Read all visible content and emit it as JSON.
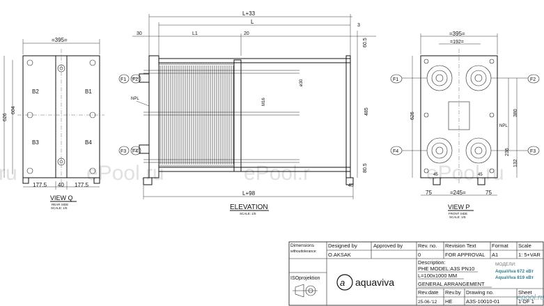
{
  "views": {
    "rear": {
      "width_dim": "=395=",
      "height_626": "626",
      "height_604": "604",
      "ports": [
        "B2",
        "B1",
        "B3",
        "B4"
      ],
      "bottom_dims": [
        "177.5",
        "40",
        "177.5"
      ],
      "title": "VIEW Q",
      "subtitle1": "REAR SIDE",
      "subtitle2": "SCALE: 1/5"
    },
    "elevation": {
      "top_dim": "L+33",
      "L": "L",
      "three": "3",
      "thirty": "30",
      "L1": "L1",
      "twenty": "20",
      "d60_5": "60.5",
      "phi30": "ø30",
      "m16": "M16",
      "npl": "NPL",
      "h485": "485",
      "d80_5": "80.5",
      "d45": "45",
      "bottom_dim": "L+98",
      "ports_left": [
        "F1",
        "F2",
        "F3",
        "F4"
      ],
      "title": "ELEVATION",
      "subtitle": "SCALE: 1/5"
    },
    "front": {
      "width_dim": "=395=",
      "inner_dim": "=192=",
      "height": "626",
      "h380": "380",
      "h236": "236",
      "h132": "132",
      "npl": "NPL",
      "d45": "45",
      "bottom_dims": [
        "75",
        "=245=",
        "75"
      ],
      "ports": [
        "F1",
        "F2",
        "F4",
        "F3"
      ],
      "title": "VIEW P",
      "subtitle1": "FRONT SIDE",
      "subtitle2": "SCALE: 1/5"
    }
  },
  "watermarks": [
    "ru",
    "ePool.ru",
    "ePool.r",
    "ePool.ru"
  ],
  "title_block": {
    "dimensions_label": "Dimensions",
    "tolerance_label": "withouttolerance:",
    "designed_by_label": "Designed by",
    "designed_by": "O.AKSAK",
    "approved_by_label": "Approved by",
    "rev_no_label": "Rev. no.",
    "rev_no": "0",
    "revision_text_label": "Revision Text",
    "revision_text": "FOR APPROVAL",
    "format_label": "Format",
    "format": "A1",
    "scale_label": "Scale",
    "scale": "1: 5+VAR",
    "description_label": "Description:",
    "description_lines": [
      "PHE MODEL:A3S PN10",
      "L=100x1000 MM",
      "GENERAL ARRANGEMENT"
    ],
    "models_label": "МОДЕЛИ:",
    "models": [
      "AquaViva 672 кВт",
      "AquaViva 819 кВт"
    ],
    "projection_label": "ISOprojektion",
    "logo_text": "aquaviva",
    "rev_date_label": "Rev.date",
    "rev_date": "25-06-'12",
    "rev_by_label": "Rev.by",
    "rev_by": "HE",
    "drawing_no_label": "Drawing no.",
    "drawing_no": "A3S-10010-01",
    "sheet_label": "Sheet",
    "sheet": "1 OF 1",
    "stamp_text": "epool.ru"
  }
}
